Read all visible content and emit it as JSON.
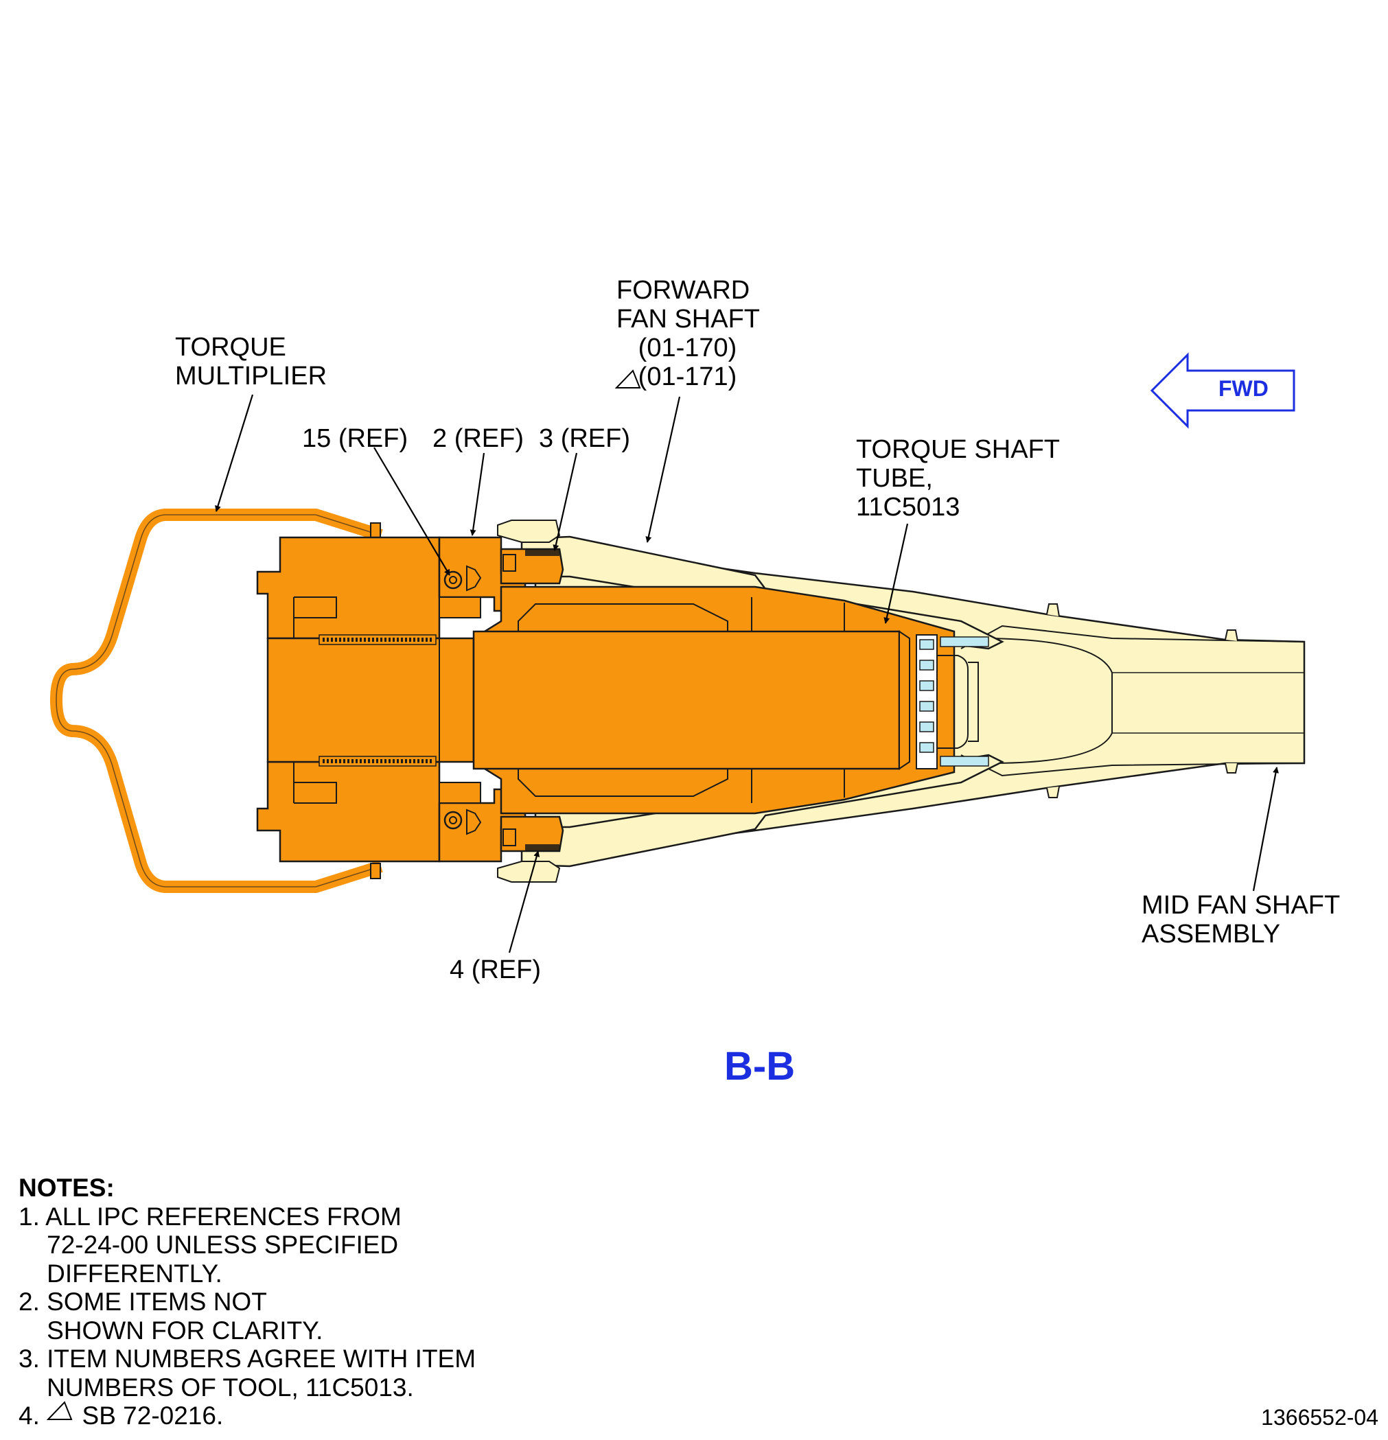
{
  "labels": {
    "torque_multiplier": "TORQUE\nMULTIPLIER",
    "forward_fan_shaft": "FORWARD\nFAN SHAFT\n   (01-170)\n   (01-171)",
    "torque_shaft_tube": "TORQUE SHAFT\nTUBE,\n11C5013",
    "item_15": "15 (REF)",
    "item_2": "2 (REF)",
    "item_3": "3 (REF)",
    "item_4": "4 (REF)",
    "mid_fan_shaft": "MID FAN SHAFT\nASSEMBLY",
    "fwd": "FWD"
  },
  "view_label": "B-B",
  "notes": {
    "heading": "NOTES:",
    "lines": [
      "1. ALL IPC REFERENCES FROM",
      "    72-24-00 UNLESS SPECIFIED",
      "    DIFFERENTLY.",
      "2. SOME ITEMS NOT",
      "    SHOWN FOR CLARITY.",
      "3. ITEM NUMBERS AGREE WITH ITEM",
      "    NUMBERS OF TOOL, 11C5013.",
      "4.      SB 72-0216."
    ]
  },
  "figure_number": "1366552-04",
  "colors": {
    "tool_orange": "#f7950f",
    "shaft_cream": "#fdf6c4",
    "outline": "#1a1a1a",
    "view_blue": "#1b2fe0",
    "fitting_cyan": "#bfe9f2"
  }
}
